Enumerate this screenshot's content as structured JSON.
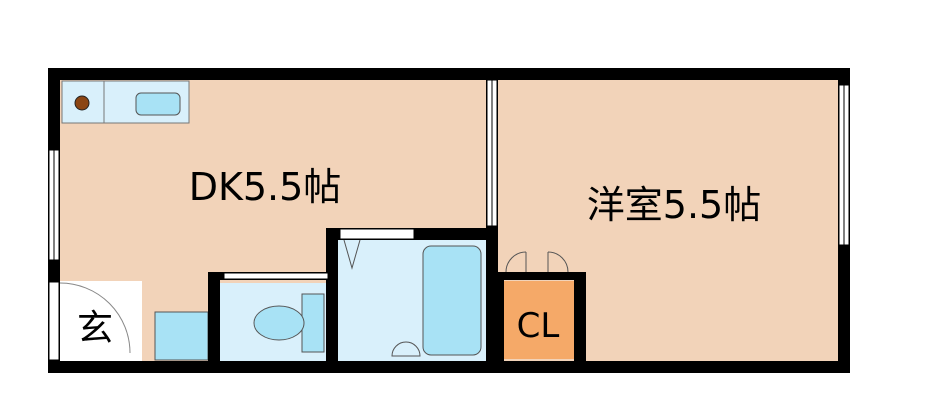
{
  "floorplan": {
    "rooms": {
      "dk": "DK5.5帖",
      "western_room": "洋室5.5帖",
      "closet": "CL",
      "entrance": "玄"
    },
    "colors": {
      "room_floor": "#f2d3b9",
      "wet_area": "#d9f0fb",
      "fixture": "#a8e2f5",
      "closet": "#f5a968",
      "entrance": "#ffffff",
      "wall": "#000000"
    }
  }
}
